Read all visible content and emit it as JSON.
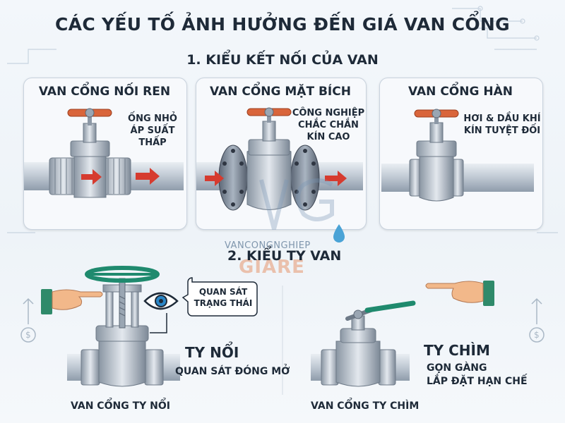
{
  "title": "CÁC YẾU TỐ ẢNH HƯỞNG ĐẾN GIÁ VAN CỔNG",
  "section1": {
    "heading": "1. KIỂU KẾT NỐI CỦA VAN",
    "cards": [
      {
        "title": "VAN CỔNG NỐI REN",
        "notes": [
          "ỐNG NHỎ",
          "ÁP SUẤT THẤP"
        ]
      },
      {
        "title": "VAN CỔNG MẶT BÍCH",
        "notes": [
          "CÔNG NGHIỆP",
          "CHẮC CHẮN",
          "KÍN CAO"
        ]
      },
      {
        "title": "VAN CỔNG HÀN",
        "notes": [
          "HƠI & DẦU KHÍ",
          "KÍN TUYỆT ĐỐI"
        ]
      }
    ]
  },
  "watermark": {
    "line1": "VANCONGNGHIEP",
    "line2": "GIARE"
  },
  "section2": {
    "heading": "2. KIỂU TY VAN",
    "bubble": [
      "QUAN SÁT",
      "TRẠNG THÁI"
    ],
    "rising": {
      "name": "TY NỔI",
      "desc": "QUAN SÁT ĐÓNG MỞ",
      "caption": "VAN CỔNG TY NỔI"
    },
    "nonrising": {
      "name": "TY CHÌM",
      "desc": [
        "GỌN GÀNG",
        "LẮP ĐẶT HẠN CHẾ"
      ],
      "caption": "VAN CỔNG TY CHÌM"
    }
  },
  "colors": {
    "text": "#1e2a38",
    "pipe": "#a9b6c4",
    "valve_handle": "#d9653b",
    "arrow": "#d63b2f",
    "handwheel": "#1f8a6e",
    "sleeve": "#2f8a6a"
  },
  "icons": [
    "dollar-circle-icon",
    "up-arrow-icon",
    "eye-icon",
    "hand-pointing-right-icon",
    "hand-pointing-left-icon",
    "water-drop-icon"
  ]
}
